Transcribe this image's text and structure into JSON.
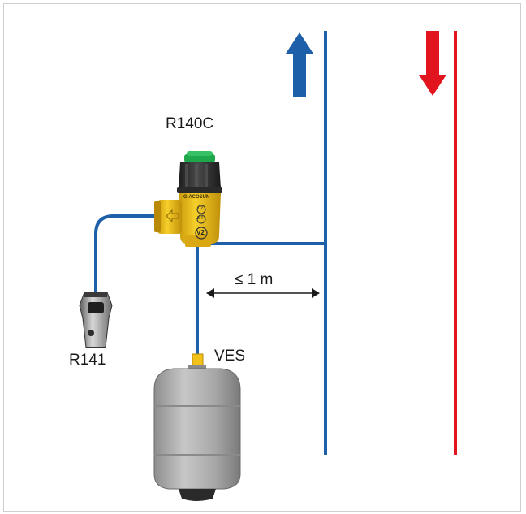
{
  "labels": {
    "valve": "R140C",
    "funnel": "R141",
    "vessel": "VES",
    "distance": "≤ 1 m",
    "brand": "GIACOSUN",
    "port_1": "1/2",
    "port_2": "3/4",
    "valve_marking": "V2"
  },
  "icons": {
    "flow_up": "arrow-up-icon",
    "flow_down": "arrow-down-icon"
  },
  "colors": {
    "supply_line": "#1d5fa8",
    "return_line": "#e2141d",
    "valve_brass": "#f2c21a",
    "valve_cap": "#2a2a2a",
    "valve_knob": "#1ea84b",
    "vessel_body": "#a9a9a9"
  }
}
